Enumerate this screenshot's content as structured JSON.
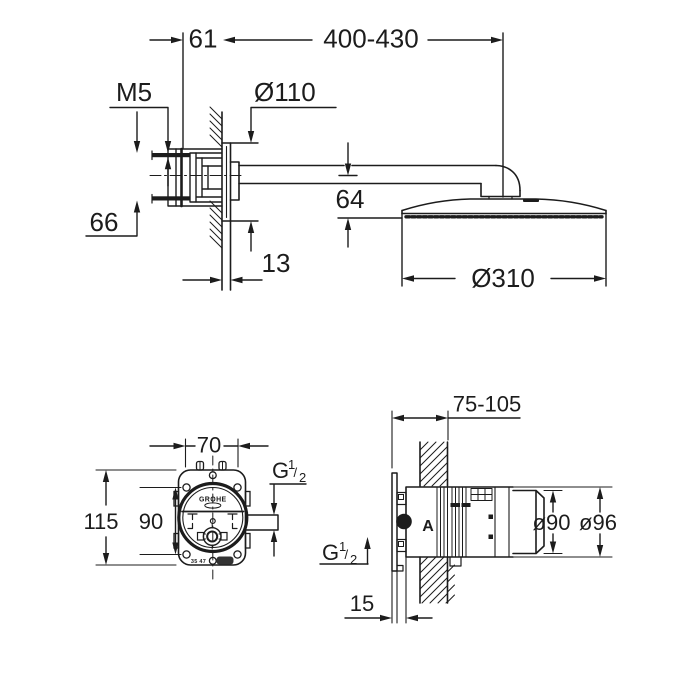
{
  "colors": {
    "line": "#1c1c1c",
    "background": "#ffffff"
  },
  "top_view": {
    "dim_wall_offset": "61",
    "dim_arm_reach": "400-430",
    "dim_fixing_thread": "M5",
    "dim_rosette_diameter": "Ø110",
    "dim_fixing_spacing": "66",
    "dim_head_height": "64",
    "dim_rosette_depth": "13",
    "dim_head_diameter": "Ø310"
  },
  "front_view": {
    "dim_screw_spacing_h": "70",
    "dim_plate_height": "115",
    "dim_screw_spacing_v": "90",
    "thread_letter": "G",
    "thread_numerator": "1",
    "thread_slash": "/",
    "thread_denominator": "2",
    "brand": "GROHE",
    "stamp": "35 47"
  },
  "side_view": {
    "dim_depth_range": "75-105",
    "dim_body_diameter": "ø90",
    "dim_cap_diameter": "ø96",
    "thread_letter": "G",
    "thread_numerator": "1",
    "thread_slash": "/",
    "thread_denominator": "2",
    "dim_plate_offset": "15",
    "marking": "A"
  }
}
